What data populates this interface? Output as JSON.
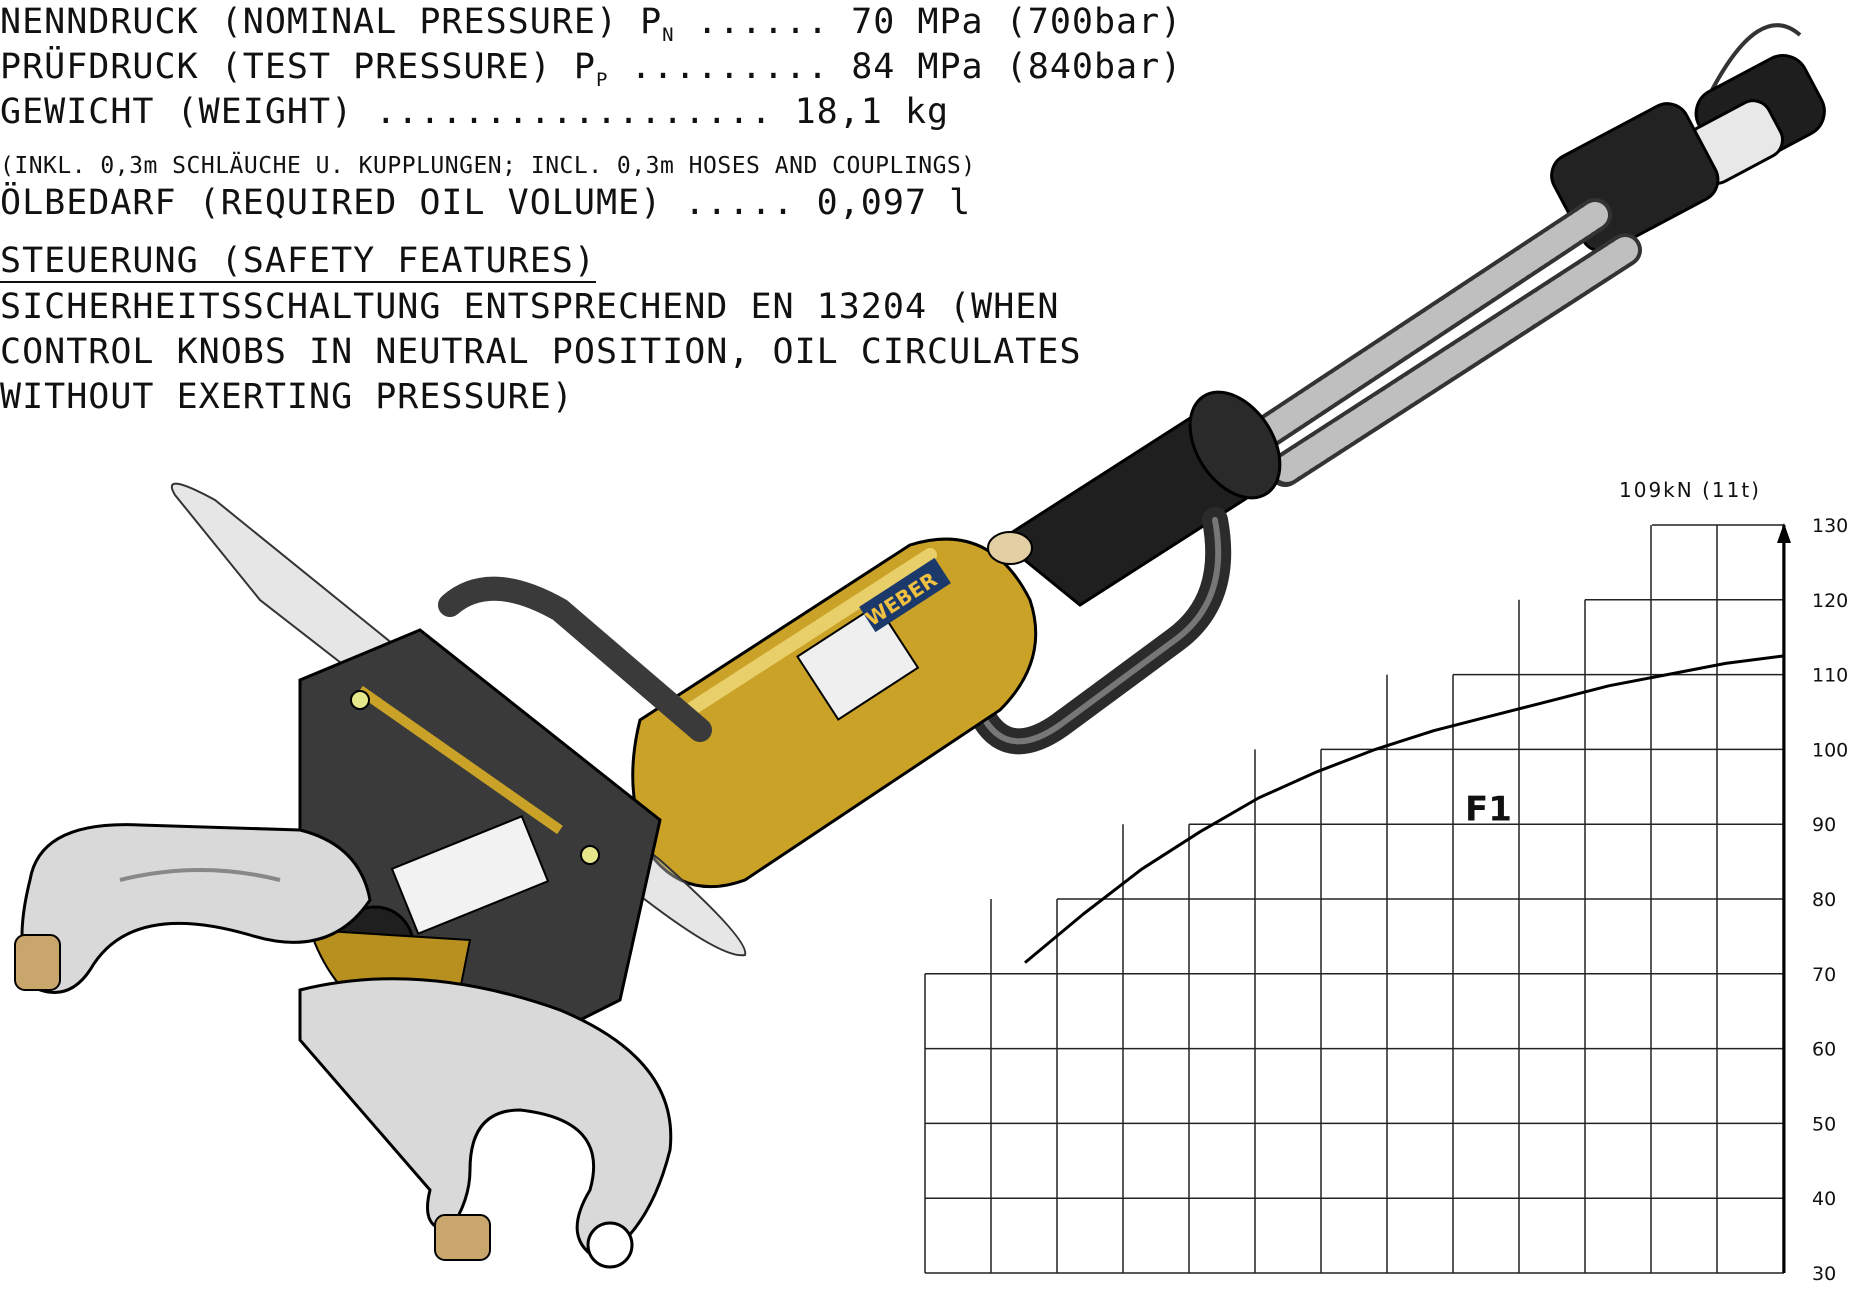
{
  "specs": {
    "nominal_pressure": {
      "label": "NENNDRUCK (NOMINAL PRESSURE) P",
      "sub": "N",
      "value": " ...... 70 MPa (700bar)"
    },
    "test_pressure": {
      "label": "PRÜFDRUCK (TEST PRESSURE) P",
      "sub": "P",
      "value": " ......... 84 MPa (840bar)"
    },
    "weight": "GEWICHT (WEIGHT) .................. 18,1 kg",
    "weight_note": "(INKL. 0,3m SCHLÄUCHE U. KUPPLUNGEN; INCL. 0,3m HOSES AND COUPLINGS)",
    "oil_volume": "ÖLBEDARF (REQUIRED OIL VOLUME) ..... 0,097 l",
    "control_heading": "STEUERUNG (SAFETY FEATURES)",
    "control_lines": [
      "SICHERHEITSSCHALTUNG ENTSPRECHEND EN 13204 (WHEN",
      "CONTROL KNOBS IN NEUTRAL POSITION, OIL CIRCULATES",
      "WITHOUT EXERTING PRESSURE)"
    ]
  },
  "product": {
    "brand_label": "WEBER",
    "colors": {
      "body": "#c9a227",
      "dark": "#2b2b2b",
      "blade": "#d9d9d9"
    }
  },
  "chart_data": {
    "type": "line",
    "title": "",
    "max_label": "109kN (11t)",
    "xlabel": "",
    "ylabel": "",
    "ylim": [
      30,
      130
    ],
    "y_ticks": [
      130,
      120,
      110,
      100,
      90,
      80,
      70,
      60,
      50,
      40,
      30
    ],
    "grid": true,
    "series": [
      {
        "name": "F1",
        "x": [
          0,
          1,
          2,
          3,
          4,
          5,
          6,
          7,
          8,
          9,
          10,
          11,
          12,
          13
        ],
        "y": [
          71.5,
          78,
          84,
          89,
          93.5,
          97,
          100,
          102.5,
          104.5,
          106.5,
          108.5,
          110,
          111.5,
          112.5
        ]
      }
    ]
  }
}
